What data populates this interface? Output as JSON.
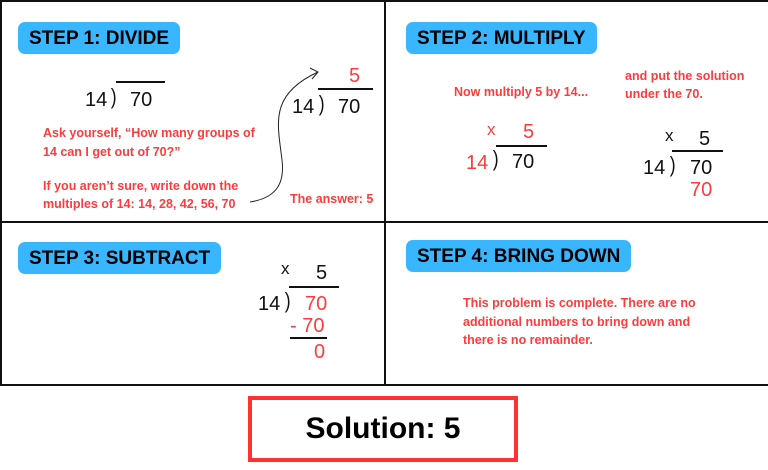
{
  "colors": {
    "header_bg": "#38b6ff",
    "accent_red": "#ff3b3b"
  },
  "step1": {
    "title": "STEP 1: DIVIDE",
    "divisor": "14",
    "dividend": "70",
    "quotient": "5",
    "text1": [
      "Ask yourself, “How many groups of",
      "14 can I get out of 70?”"
    ],
    "text2": [
      "If you aren’t sure, write down the",
      "multiples of 14: 14, 28, 42, 56, 70"
    ],
    "answer": "The answer: 5"
  },
  "step2": {
    "title": "STEP 2: MULTIPLY",
    "note1": "Now multiply 5 by 14...",
    "note2": [
      "and put the solution",
      "under the 70."
    ],
    "times": "x",
    "quotient": "5",
    "divisor": "14",
    "dividend": "70",
    "product": "70"
  },
  "step3": {
    "title": "STEP 3: SUBTRACT",
    "times": "x",
    "quotient": "5",
    "divisor": "14",
    "dividend": "70",
    "subtract": "- 70",
    "result": "0"
  },
  "step4": {
    "title": "STEP 4: BRING DOWN",
    "text": [
      "This problem is complete. There are no",
      "additional numbers to bring down and",
      "there is no remainder."
    ]
  },
  "solution": "Solution: 5"
}
